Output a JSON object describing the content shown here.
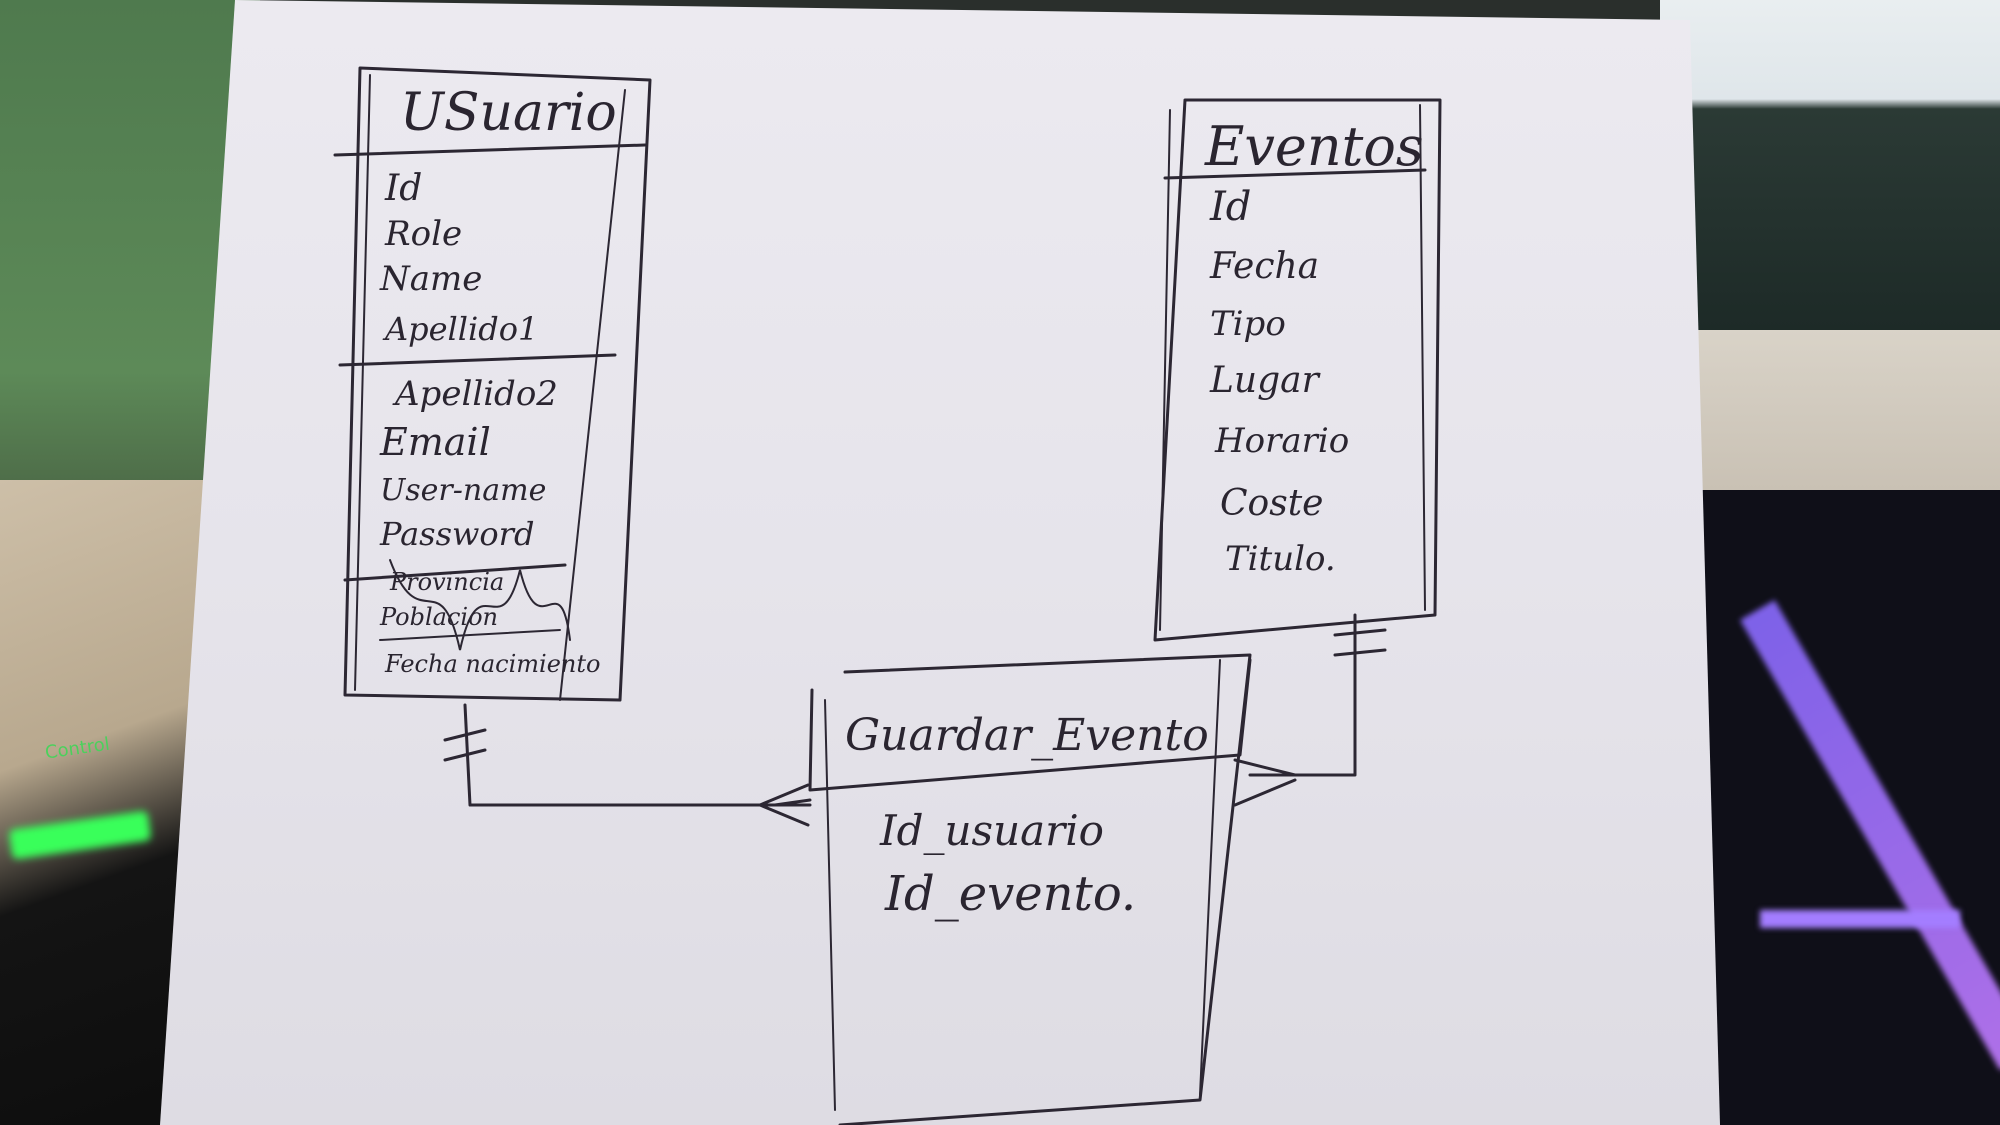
{
  "diagram": {
    "entities": [
      {
        "id": "usuario",
        "title": "USuario",
        "attributes": [
          "Id",
          "Role",
          "Name",
          "Apellido1",
          "Apellido2",
          "Email",
          "User-name",
          "Password",
          "Provincia",
          "Poblacion",
          "Fecha nacimiento"
        ]
      },
      {
        "id": "eventos",
        "title": "Eventos",
        "attributes": [
          "Id",
          "Fecha",
          "Tipo",
          "Lugar",
          "Horario",
          "Coste",
          "Titulo."
        ]
      },
      {
        "id": "guardar_evento",
        "title": "Guardar_Evento",
        "attributes": [
          "Id_usuario",
          "Id_evento."
        ]
      }
    ],
    "relationships": [
      {
        "from": "usuario",
        "to": "guardar_evento",
        "from_cardinality": "one",
        "to_cardinality": "many"
      },
      {
        "from": "eventos",
        "to": "guardar_evento",
        "from_cardinality": "one",
        "to_cardinality": "many"
      }
    ]
  },
  "background": {
    "keyboard_label": "Control"
  },
  "colors": {
    "ink": "#2c2733",
    "paper": "#e8e6ec",
    "keyboard_glow_purple": "#a37dff",
    "keyboard_glow_green": "#39ff5a"
  }
}
